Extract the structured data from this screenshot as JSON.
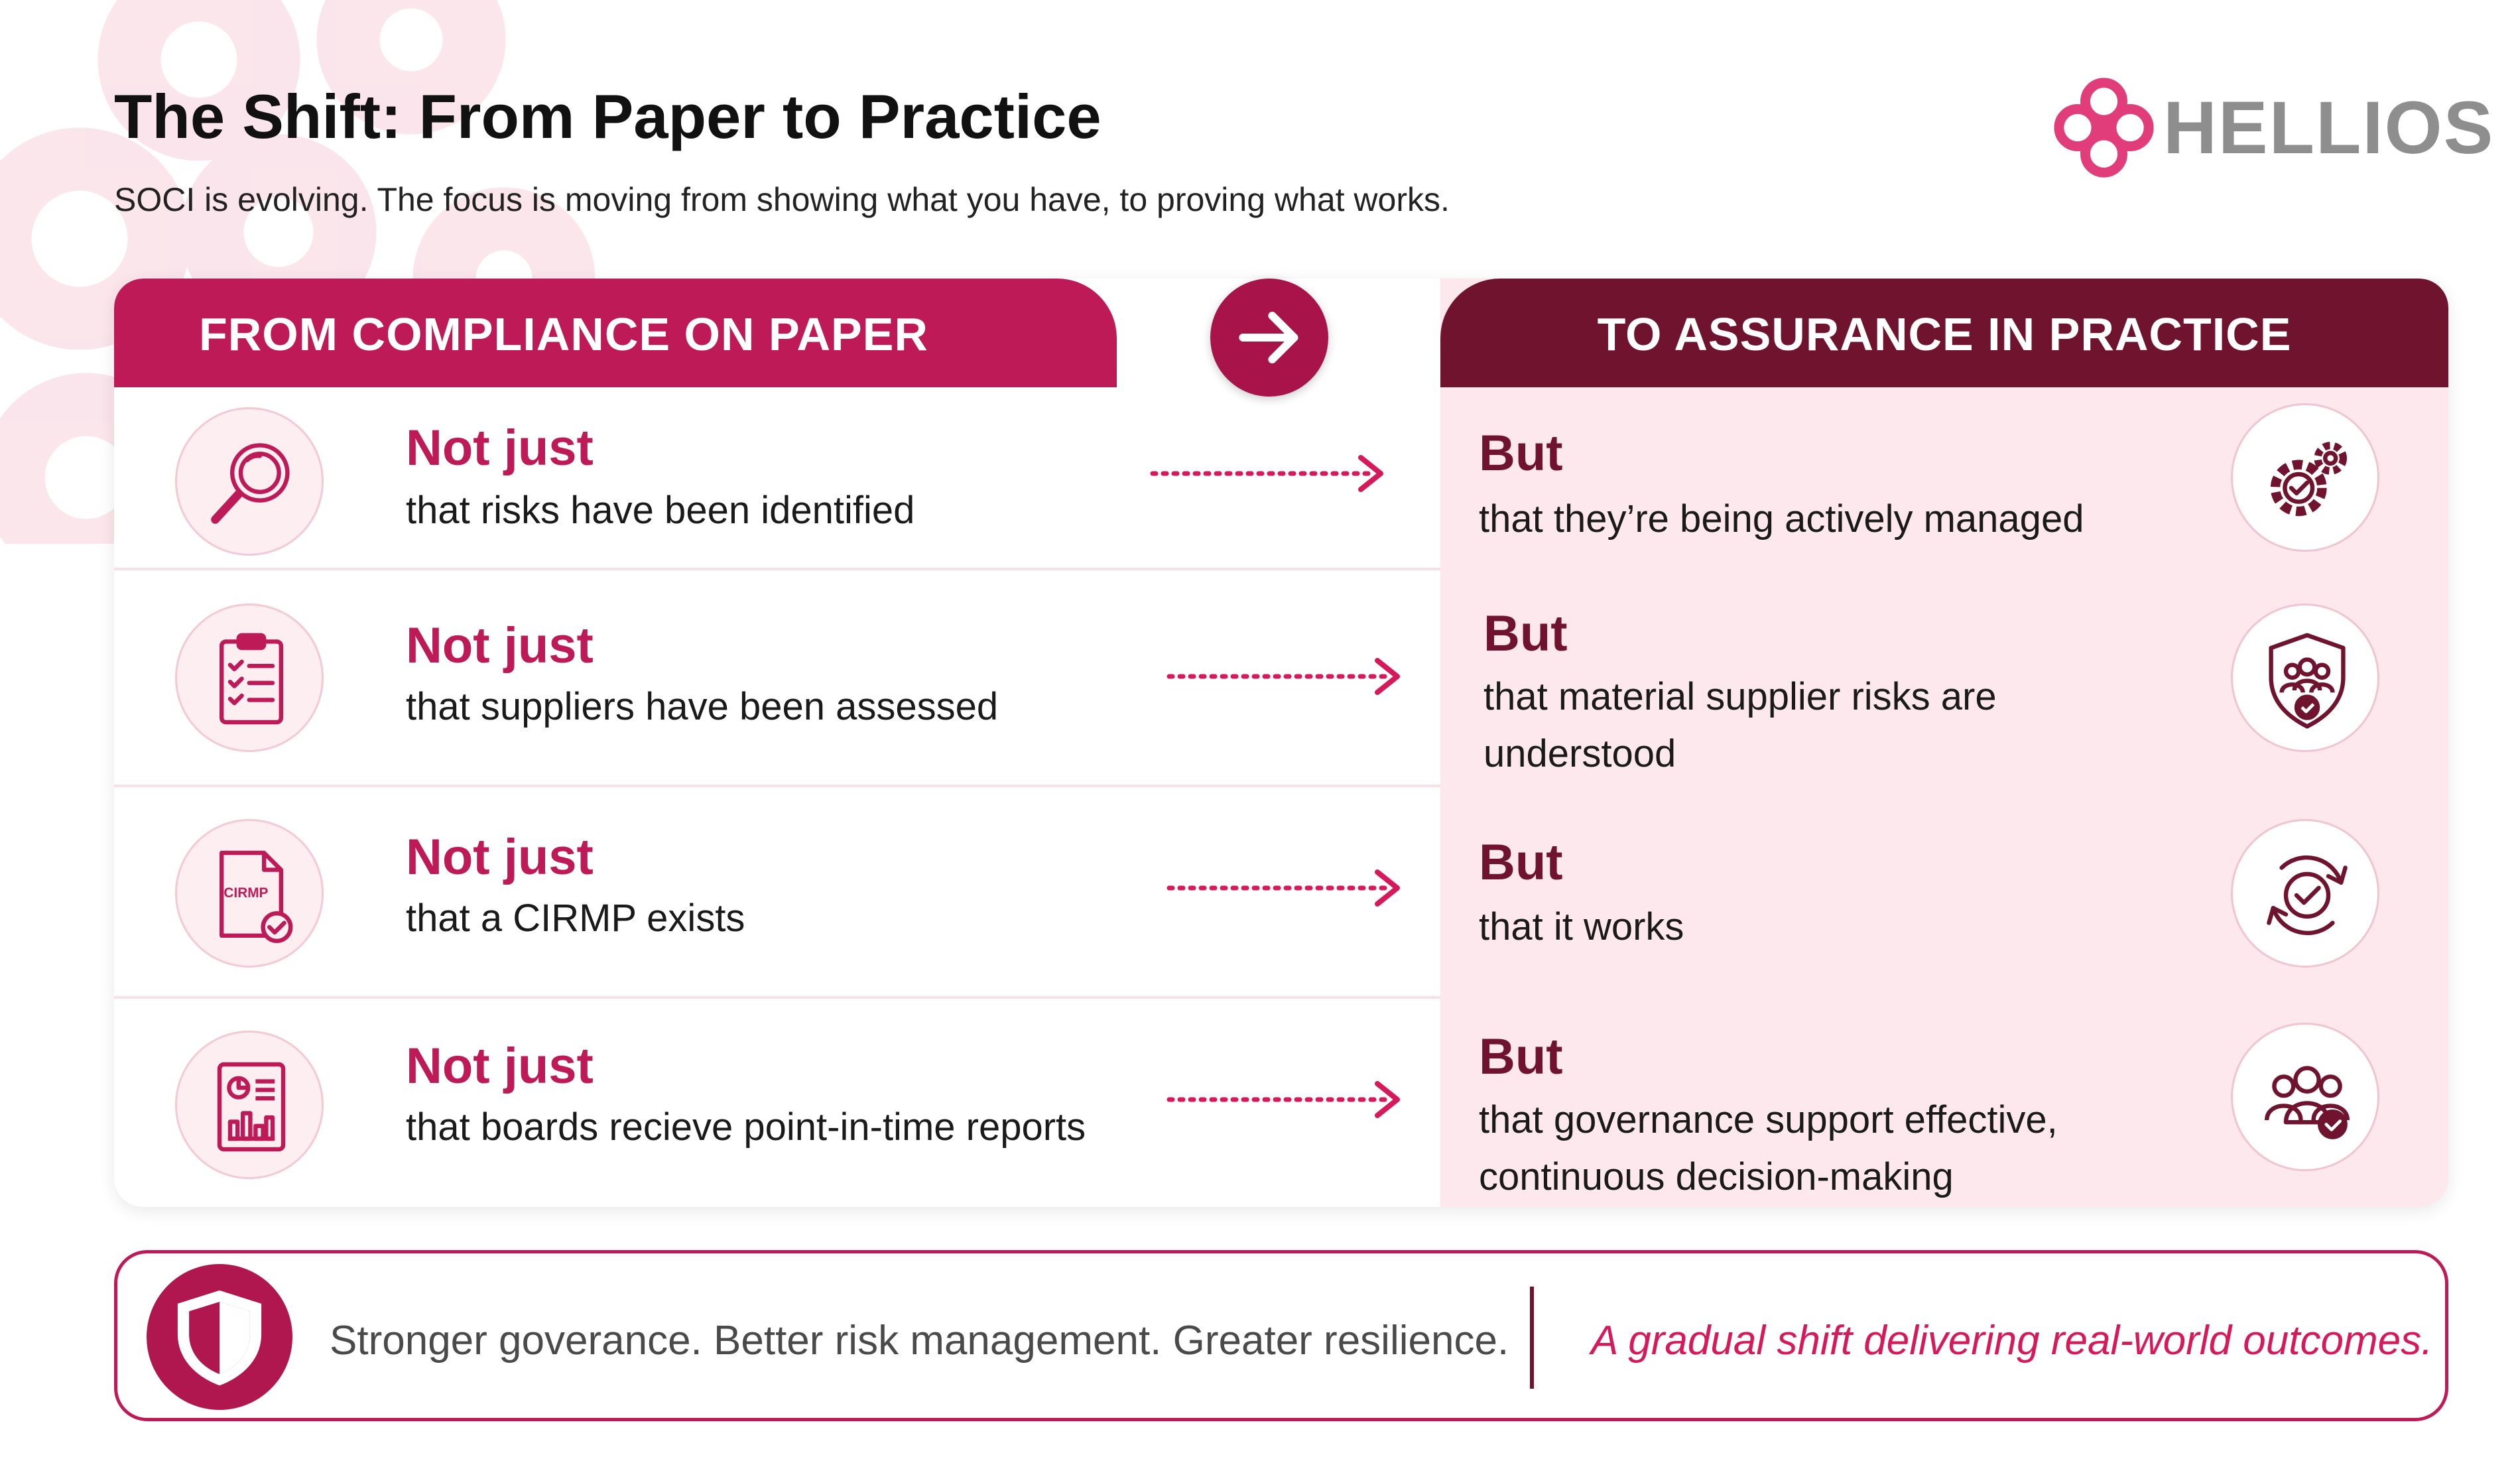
{
  "header": {
    "title": "The Shift: From Paper to Practice",
    "subtitle": "SOCI is evolving. The focus is moving from showing what you have, to proving what works."
  },
  "brand": {
    "name": "HELLIOS",
    "logo_icon": "hellios-knot-logo-icon",
    "color": "#8e8e8e",
    "logo_color": "#e23d7b"
  },
  "columns": {
    "left_header": "FROM COMPLIANCE ON PAPER",
    "right_header": "TO ASSURANCE IN PRACTICE",
    "transition_icon": "arrow-right-icon"
  },
  "rows": [
    {
      "left_heading": "Not just",
      "left_text": "that risks have been identified",
      "left_icon": "magnifying-glass-icon",
      "right_heading": "But",
      "right_text": "that they’re being actively managed",
      "right_icon": "gears-check-icon"
    },
    {
      "left_heading": "Not just",
      "left_text": "that suppliers have been assessed",
      "left_icon": "clipboard-checklist-icon",
      "right_heading": "But",
      "right_text": "that material supplier risks are understood",
      "right_icon": "shield-people-icon"
    },
    {
      "left_heading": "Not just",
      "left_text": "that a CIRMP exists",
      "left_icon": "cirmp-document-icon",
      "left_icon_label": "CIRMP",
      "right_heading": "But",
      "right_text": "that it works",
      "right_icon": "cycle-check-icon"
    },
    {
      "left_heading": "Not just",
      "left_text": "that boards recieve point-in-time reports",
      "left_icon": "report-chart-icon",
      "right_heading": "But",
      "right_text": "that governance support effective, continuous decision-making",
      "right_icon": "group-check-icon"
    }
  ],
  "footer": {
    "icon": "shield-icon",
    "left_text": "Stronger goverance. Better risk management. Greater resilience.",
    "right_text": "A gradual shift delivering real-world outcomes."
  },
  "colors": {
    "primary_pink": "#bd1a57",
    "accent_pink": "#d6195a",
    "dark_maroon": "#70132f",
    "panel_tint": "#fde8ee"
  }
}
